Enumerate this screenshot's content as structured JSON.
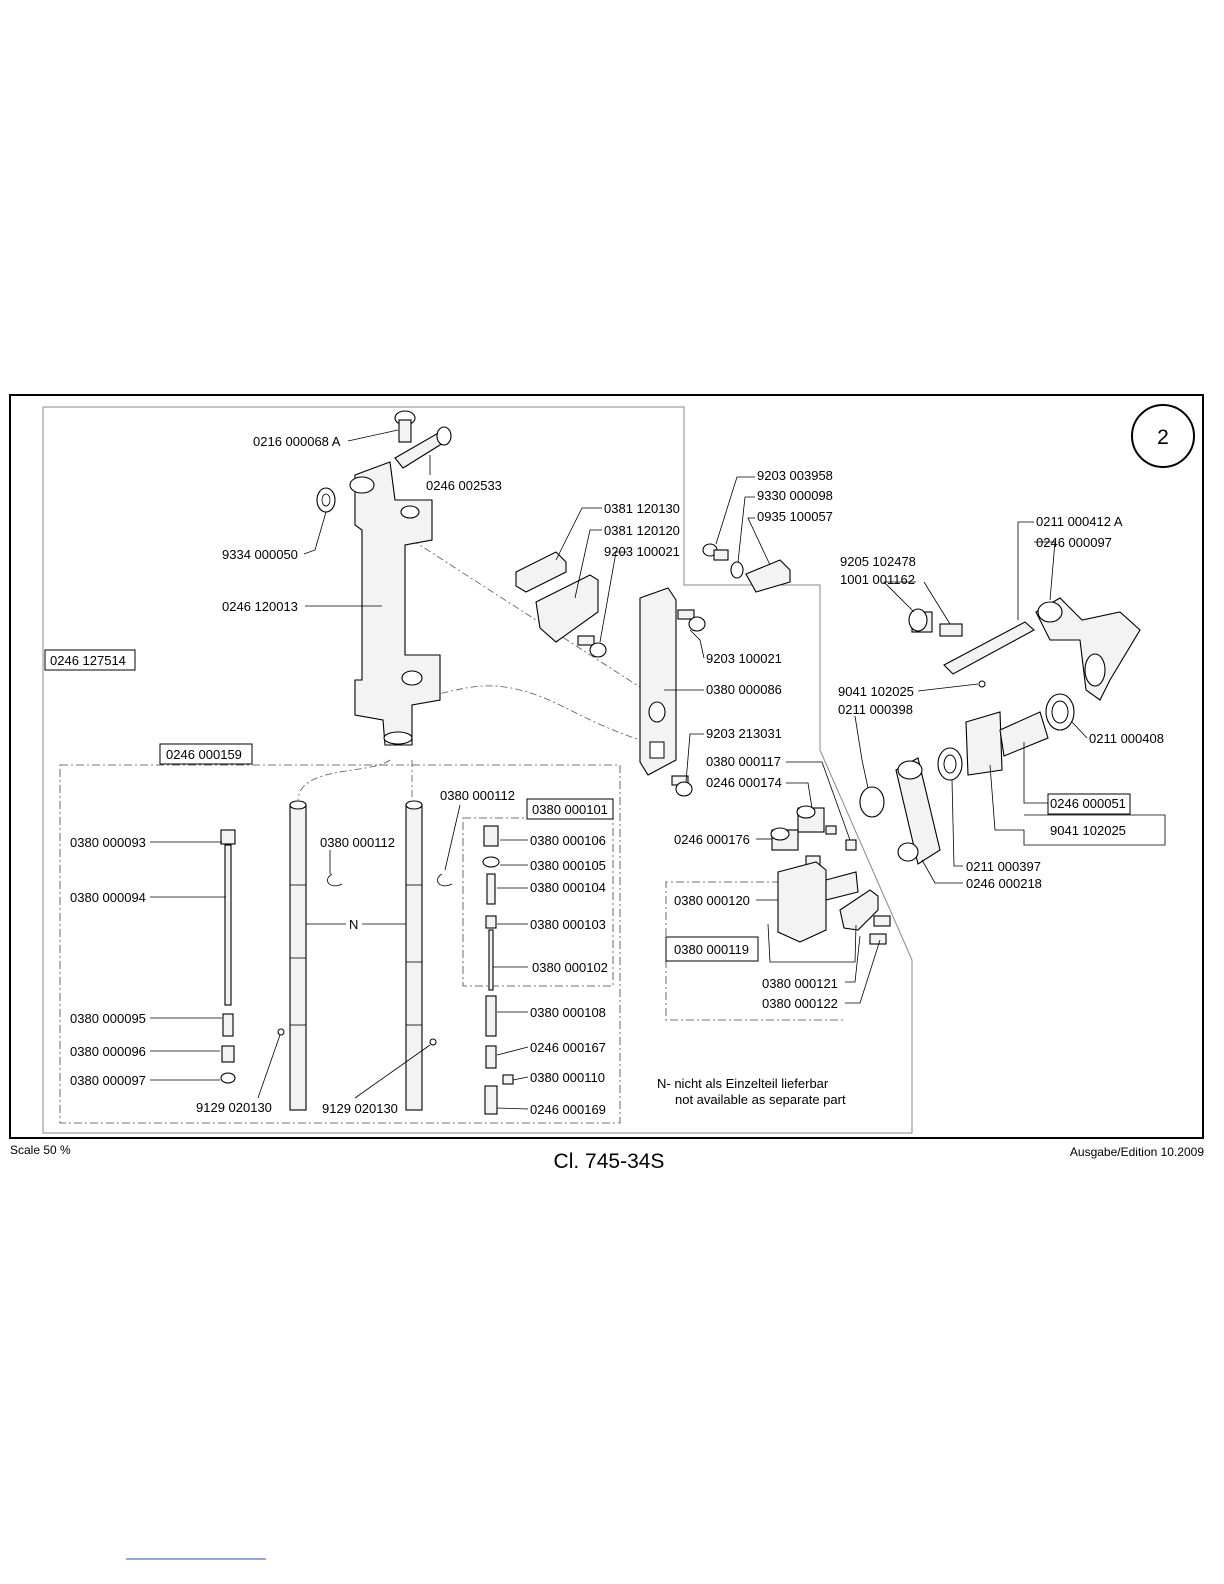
{
  "sheet": {
    "page_number": "2",
    "scale_label": "Scale 50 %",
    "title": "Cl. 745-34S",
    "edition": "Ausgabe/Edition 10.2009",
    "note_line1": "N- nicht als Einzelteil lieferbar",
    "note_line2": "not available as separate part",
    "n_marker": "N"
  },
  "part_labels": [
    "0216 000068 A",
    "0246 002533",
    "9334 000050",
    "0246 120013",
    "0246 127514",
    "0246 000159",
    "0380 000093",
    "0380 000094",
    "0380 000095",
    "0380 000096",
    "0380 000097",
    "9129 020130",
    "0380 000112",
    "9129 020130",
    "0380 000112",
    "0380 000101",
    "0380 000106",
    "0380 000105",
    "0380 000104",
    "0380 000103",
    "0380 000102",
    "0380 000108",
    "0246 000167",
    "0380 000110",
    "0246 000169",
    "0381 120130",
    "0381 120120",
    "9203 100021",
    "9203 003958",
    "9330 000098",
    "0935 100057",
    "9203 100021",
    "0380 000086",
    "9203 213031",
    "0380 000117",
    "0246 000174",
    "0246 000176",
    "0380 000120",
    "0380 000119",
    "0380 000121",
    "0380 000122",
    "0211 000412 A",
    "0246 000097",
    "9205 102478",
    "1001 001162",
    "9041 102025",
    "0211 000398",
    "0211 000408",
    "0246 000051",
    "9041 102025",
    "0211 000397",
    "0246 000218"
  ]
}
